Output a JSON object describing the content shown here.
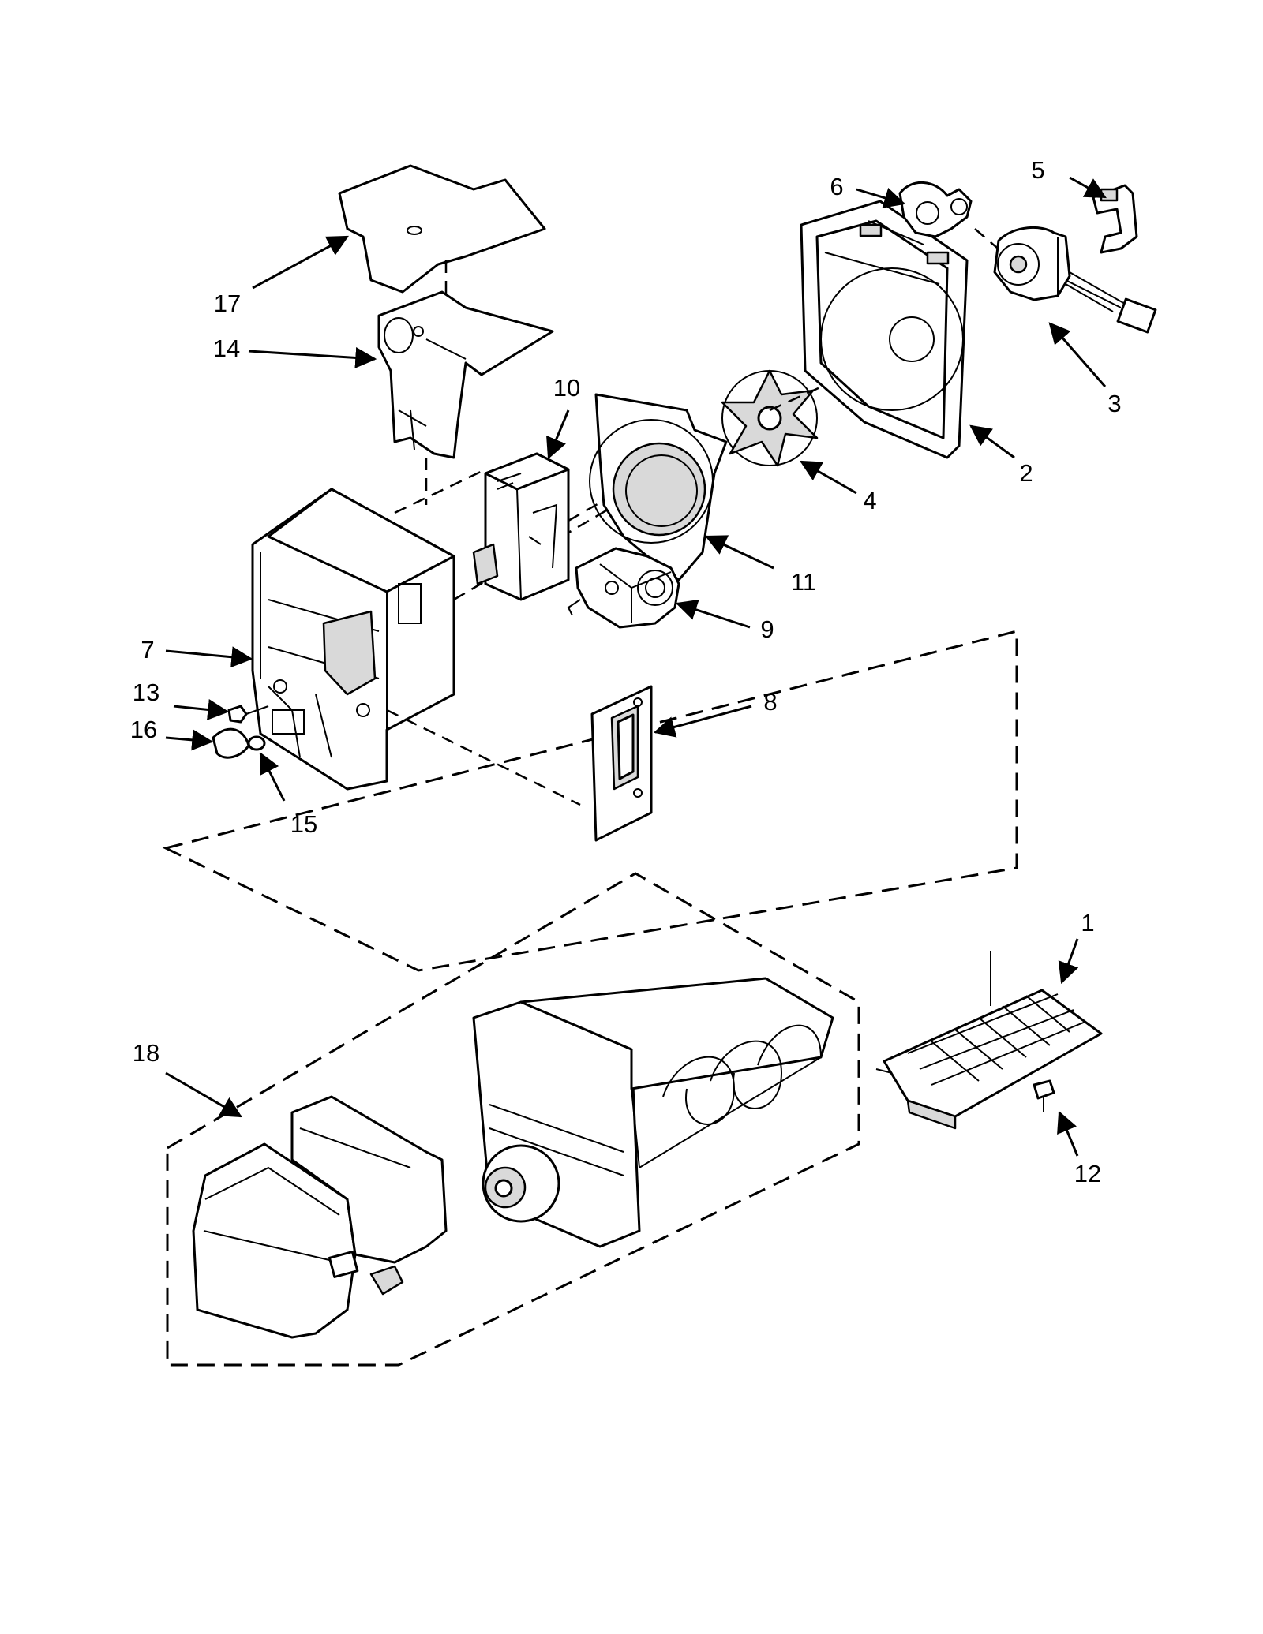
{
  "callouts": [
    {
      "id": "1",
      "label": "1"
    },
    {
      "id": "2",
      "label": "2"
    },
    {
      "id": "3",
      "label": "3"
    },
    {
      "id": "4",
      "label": "4"
    },
    {
      "id": "5",
      "label": "5"
    },
    {
      "id": "6",
      "label": "6"
    },
    {
      "id": "7",
      "label": "7"
    },
    {
      "id": "8",
      "label": "8"
    },
    {
      "id": "9",
      "label": "9"
    },
    {
      "id": "10",
      "label": "10"
    },
    {
      "id": "11",
      "label": "11"
    },
    {
      "id": "12",
      "label": "12"
    },
    {
      "id": "13",
      "label": "13"
    },
    {
      "id": "14",
      "label": "14"
    },
    {
      "id": "15",
      "label": "15"
    },
    {
      "id": "16",
      "label": "16"
    },
    {
      "id": "17",
      "label": "17"
    },
    {
      "id": "18",
      "label": "18"
    }
  ],
  "colors": {
    "ink": "#000000",
    "paper": "#ffffff",
    "shade": "#d9d9d9"
  }
}
